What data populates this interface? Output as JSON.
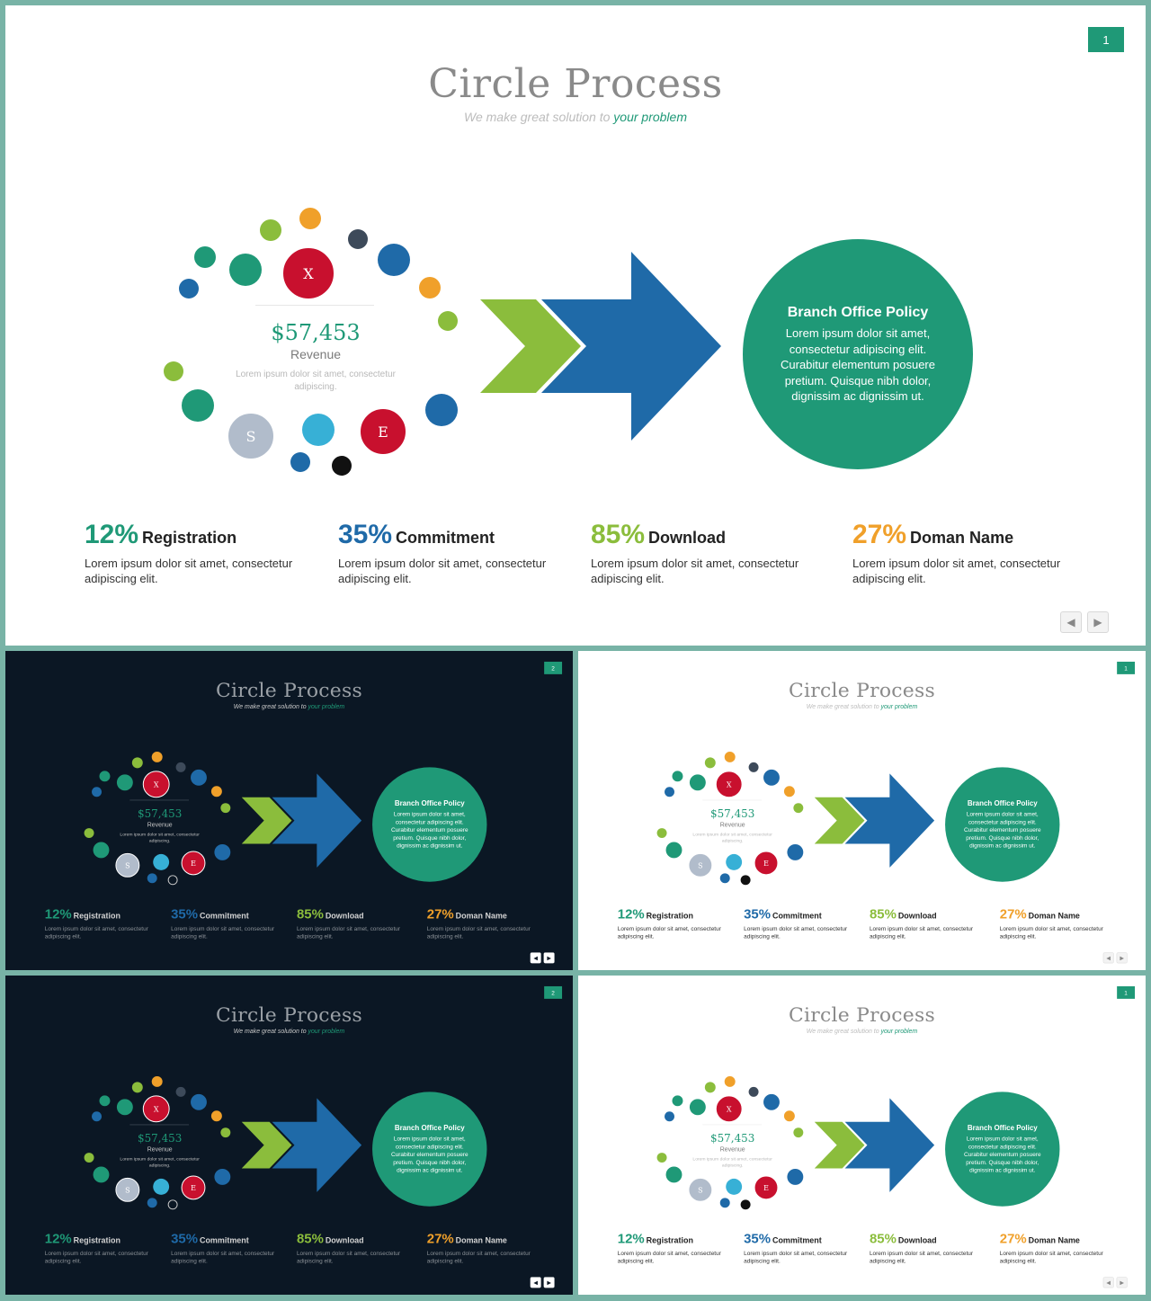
{
  "slide": {
    "title": "Circle Process",
    "subtitle_a": "We make great solution to",
    "subtitle_b": "your problem",
    "revenue": {
      "amount": "$57,453",
      "label": "Revenue",
      "desc": "Lorem ipsum dolor sit amet, consectetur adipiscing."
    },
    "bubble_letters": {
      "x": "X",
      "e": "E",
      "s": "S"
    },
    "policy": {
      "title": "Branch Office Policy",
      "body": "Lorem ipsum dolor sit amet, consectetur adipiscing elit. Curabitur elementum posuere pretium. Quisque nibh dolor, dignissim ac dignissim ut."
    },
    "stats": [
      {
        "pct": "12%",
        "label": "Registration",
        "desc": "Lorem ipsum dolor sit amet, consectetur adipiscing elit.",
        "color": "#1f9977"
      },
      {
        "pct": "35%",
        "label": "Commitment",
        "desc": "Lorem ipsum dolor sit amet, consectetur adipiscing elit.",
        "color": "#1f6aa8"
      },
      {
        "pct": "85%",
        "label": "Download",
        "desc": "Lorem ipsum dolor sit amet, consectetur adipiscing elit.",
        "color": "#8bbd3c"
      },
      {
        "pct": "27%",
        "label": "Doman Name",
        "desc": "Lorem ipsum dolor sit amet, consectetur adipiscing elit.",
        "color": "#f0a02a"
      }
    ],
    "nav": {
      "prev": "◀",
      "next": "▶"
    }
  },
  "slides": [
    {
      "number": "1",
      "theme": "light"
    },
    {
      "number": "2",
      "theme": "dark"
    },
    {
      "number": "1",
      "theme": "light"
    },
    {
      "number": "2",
      "theme": "dark"
    },
    {
      "number": "1",
      "theme": "light"
    }
  ],
  "colors": {
    "teal": "#1f9977",
    "blue": "#1f6aa8",
    "green": "#8bbd3c",
    "orange": "#f0a02a",
    "red": "#c8102e",
    "frame": "#78b3a6",
    "dark_bg": "#0b1724"
  }
}
